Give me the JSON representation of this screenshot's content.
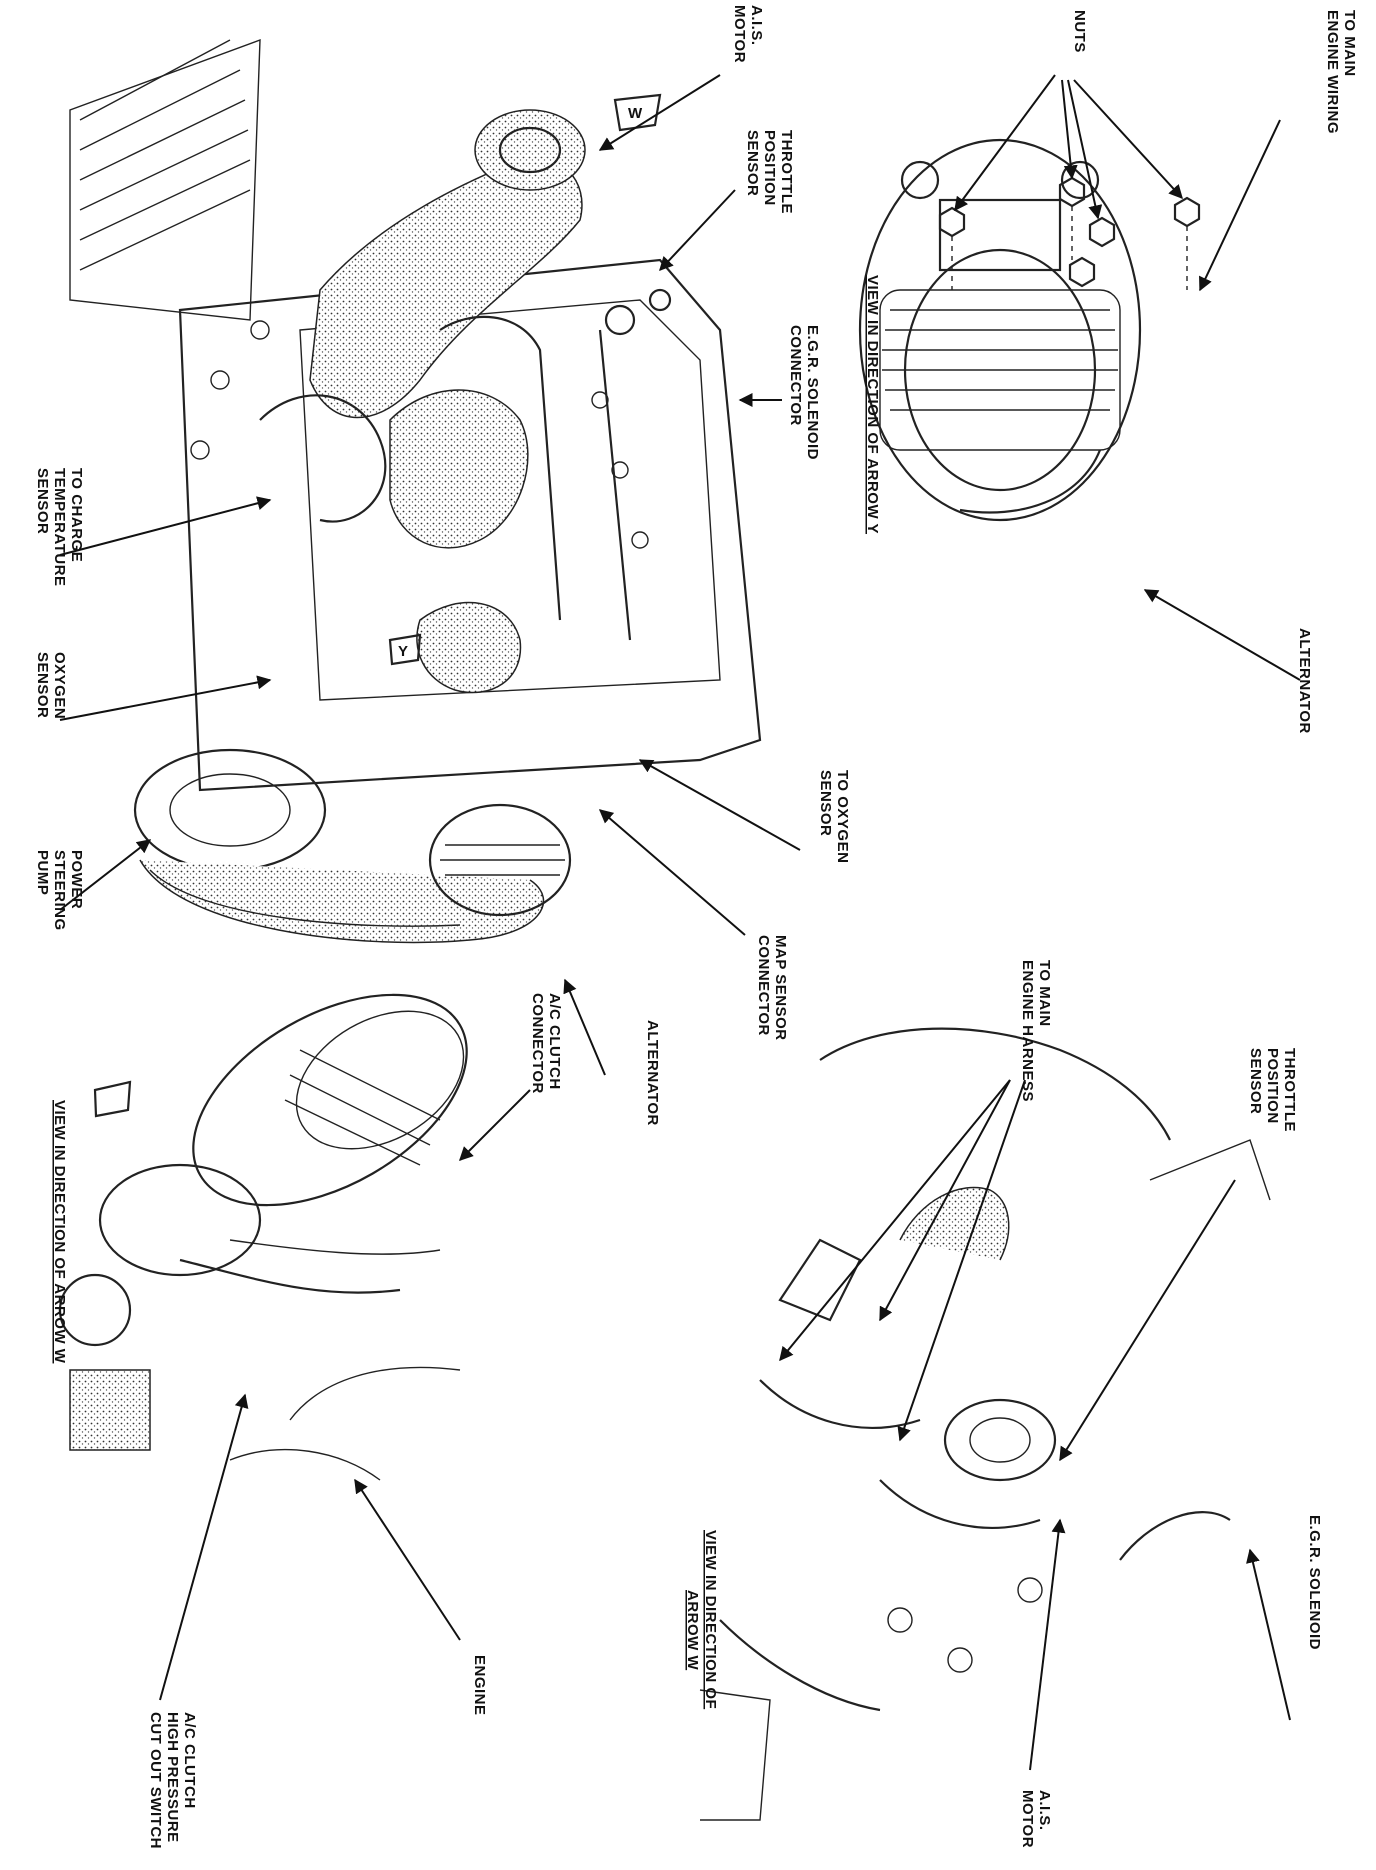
{
  "labels": {
    "to_main_engine_wiring": [
      "TO MAIN",
      "ENGINE WIRING"
    ],
    "nuts": "NUTS",
    "view_arrow_y": "VIEW IN DIRECTION OF ARROW Y",
    "alternator_top": "ALTERNATOR",
    "ais_motor_top": [
      "A.I.S.",
      "MOTOR"
    ],
    "throttle_position_sensor_top": [
      "THROTTLE",
      "POSITION",
      "SENSOR"
    ],
    "egr_solenoid_connector": [
      "E.G.R. SOLENOID",
      "CONNECTOR"
    ],
    "to_oxygen_sensor": [
      "TO OXYGEN",
      "SENSOR"
    ],
    "map_sensor_connector": [
      "MAP SENSOR",
      "CONNECTOR"
    ],
    "alternator_main": "ALTERNATOR",
    "to_charge_temperature_sensor": [
      "TO CHARGE",
      "TEMPERATURE",
      "SENSOR"
    ],
    "oxygen_sensor": [
      "OXYGEN",
      "SENSOR"
    ],
    "power_steering_pump": [
      "POWER",
      "STEERING",
      "PUMP"
    ],
    "throttle_position_sensor_right": [
      "THROTTLE",
      "POSITION",
      "SENSOR"
    ],
    "to_main_engine_harness": [
      "TO MAIN",
      "ENGINE HARNESS"
    ],
    "egr_solenoid": "E.G.R. SOLENOID",
    "view_arrow_w_right": [
      "VIEW IN DIRECTION OF",
      "ARROW W"
    ],
    "ais_motor_right": [
      "A.I.S.",
      "MOTOR"
    ],
    "ac_clutch_connector": [
      "A/C CLUTCH",
      "CONNECTOR"
    ],
    "view_arrow_w_left": "VIEW IN DIRECTION OF ARROW W",
    "engine": "ENGINE",
    "ac_clutch_switch": [
      "A/C CLUTCH",
      "HIGH PRESSURE",
      "CUT OUT SWITCH"
    ]
  },
  "markers": {
    "arrow_w": "W",
    "arrow_y": "Y"
  }
}
